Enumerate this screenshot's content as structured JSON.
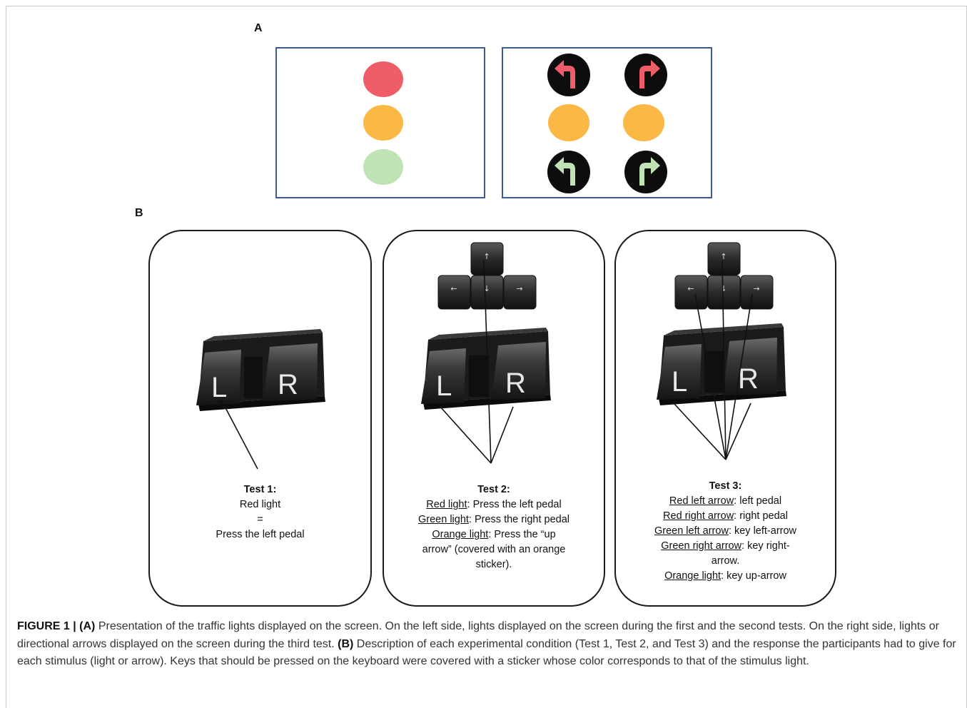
{
  "panel_a_label": "A",
  "panel_b_label": "B",
  "lights": {
    "left_colors": [
      "#ef5e68",
      "#fbb844",
      "#bfe3b4"
    ],
    "right_top_arrow_color": "#ef5e68",
    "right_middle_color": "#fbb844",
    "right_bottom_arrow_color": "#bfe3b4"
  },
  "keyboard_keys": {
    "up": "↑",
    "left": "←",
    "down": "↓",
    "right": "→"
  },
  "pedal_labels": {
    "left": "L",
    "right": "R"
  },
  "tests": [
    {
      "title": "Test 1:",
      "line1": "Red light",
      "line2": "=",
      "line3": "Press the left pedal"
    },
    {
      "title": "Test 2:",
      "r1u": "Red light",
      "r1": ": Press the left pedal",
      "r2u": "Green light",
      "r2": ": Press the right pedal",
      "r3u": "Orange light",
      "r3": ": Press the “up",
      "r4": "arrow” (covered with an orange",
      "r5": "sticker)."
    },
    {
      "title": "Test 3:",
      "r1u": "Red left arrow",
      "r1": ": left pedal",
      "r2u": "Red right arrow",
      "r2": ": right pedal",
      "r3u": "Green left arrow",
      "r3": ": key left-arrow",
      "r4u": "Green right arrow",
      "r4": ": key right-",
      "r5": "arrow.",
      "r6u": "Orange light",
      "r6": ": key up-arrow"
    }
  ],
  "caption": {
    "label": "FIGURE 1 | ",
    "a_tag": "(A)",
    "a_text": " Presentation of the traffic lights displayed on the screen. On the left side, lights displayed on the screen during the first and the second tests. On the right side, lights or directional arrows displayed on the screen during the third test. ",
    "b_tag": "(B)",
    "b_text": " Description of each experimental condition (Test 1, Test 2, and Test 3) and the response the participants had to give for each stimulus (light or arrow). Keys that should be pressed on the keyboard were covered with a sticker whose color corresponds to that of the stimulus light."
  }
}
